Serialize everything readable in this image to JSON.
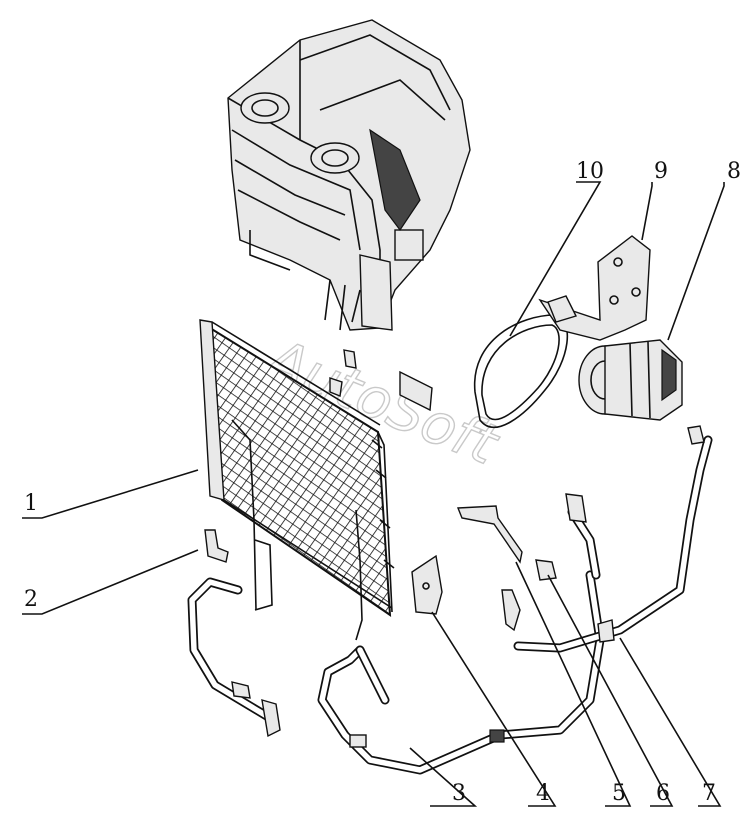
{
  "watermark": "AutoSoft",
  "callouts": [
    {
      "label": "1",
      "part": "condenser"
    },
    {
      "label": "2",
      "part": "condenser-bracket"
    },
    {
      "label": "3",
      "part": "hose-condenser-to-evaporator"
    },
    {
      "label": "4",
      "part": "mounting-bracket"
    },
    {
      "label": "5",
      "part": "pipe-bracket"
    },
    {
      "label": "6",
      "part": "clamp"
    },
    {
      "label": "7",
      "part": "hose-compressor-to-condenser"
    },
    {
      "label": "8",
      "part": "compressor"
    },
    {
      "label": "9",
      "part": "compressor-bracket"
    },
    {
      "label": "10",
      "part": "drive-belt"
    }
  ]
}
